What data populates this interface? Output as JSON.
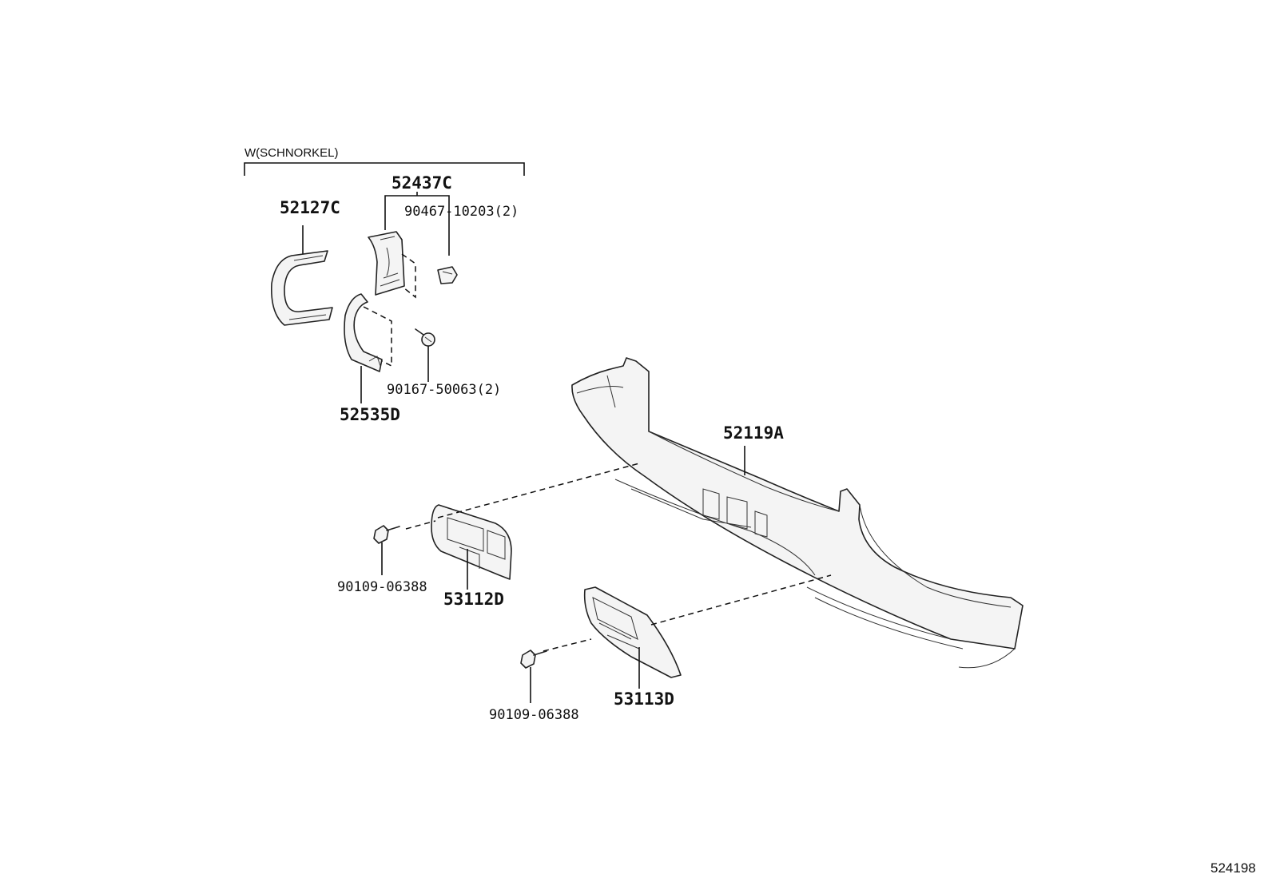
{
  "figure_number": "524198",
  "group": {
    "header": "W(SCHNORKEL)"
  },
  "callouts": {
    "part_52437C": "52437C",
    "part_90467": "90467-10203(2)",
    "part_52127C": "52127C",
    "part_90167": "90167-50063(2)",
    "part_52535D": "52535D",
    "part_52119A": "52119A",
    "part_90109_left": "90109-06388",
    "part_53112D": "53112D",
    "part_90109_right": "90109-06388",
    "part_53113D": "53113D"
  }
}
